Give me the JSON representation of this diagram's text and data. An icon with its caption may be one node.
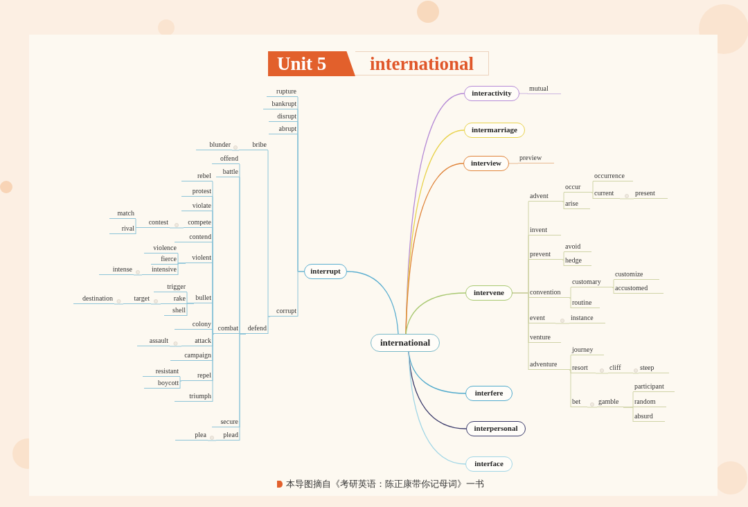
{
  "diagram": {
    "title": "Unit 5",
    "caption": "本导图摘自《考研英语：陈正康带你记母词》一书",
    "labels": [
      "international"
    ],
    "nodes": [
      {
        "text": [
          "international"
        ]
      },
      {
        "text": [
          "interrupt"
        ]
      },
      {
        "text": [
          "rupture"
        ]
      },
      {
        "text": [
          "bankrupt"
        ]
      },
      {
        "text": [
          "disrupt"
        ]
      },
      {
        "text": [
          "abrupt"
        ]
      },
      {
        "text": [
          "corrupt"
        ]
      },
      {
        "text": [
          "bribe"
        ]
      },
      {
        "text": [
          "blunder"
        ]
      },
      {
        "text": [
          "defend"
        ]
      },
      {
        "text": [
          "offend"
        ]
      },
      {
        "text": [
          "battle"
        ]
      },
      {
        "text": [
          "combat"
        ]
      },
      {
        "text": [
          "rebel"
        ]
      },
      {
        "text": [
          "protest"
        ]
      },
      {
        "text": [
          "violate"
        ]
      },
      {
        "text": [
          "compete"
        ]
      },
      {
        "text": [
          "contest"
        ]
      },
      {
        "text": [
          "match"
        ]
      },
      {
        "text": [
          "rival"
        ]
      },
      {
        "text": [
          "contend"
        ]
      },
      {
        "text": [
          "violent"
        ]
      },
      {
        "text": [
          "violence"
        ]
      },
      {
        "text": [
          "fierce"
        ]
      },
      {
        "text": [
          "intensive"
        ]
      },
      {
        "text": [
          "intense"
        ]
      },
      {
        "text": [
          "bullet"
        ]
      },
      {
        "text": [
          "trigger"
        ]
      },
      {
        "text": [
          "rake"
        ]
      },
      {
        "text": [
          "target"
        ]
      },
      {
        "text": [
          "destination"
        ]
      },
      {
        "text": [
          "shell"
        ]
      },
      {
        "text": [
          "colony"
        ]
      },
      {
        "text": [
          "attack"
        ]
      },
      {
        "text": [
          "assault"
        ]
      },
      {
        "text": [
          "campaign"
        ]
      },
      {
        "text": [
          "repel"
        ]
      },
      {
        "text": [
          "resistant"
        ]
      },
      {
        "text": [
          "boycott"
        ]
      },
      {
        "text": [
          "triumph"
        ]
      },
      {
        "text": [
          "secure"
        ]
      },
      {
        "text": [
          "plead"
        ]
      },
      {
        "text": [
          "plea"
        ]
      },
      {
        "text": [
          "interactivity"
        ]
      },
      {
        "text": [
          "mutual"
        ]
      },
      {
        "text": [
          "intermarriage"
        ]
      },
      {
        "text": [
          "interview"
        ]
      },
      {
        "text": [
          "preview"
        ]
      },
      {
        "text": [
          "intervene"
        ]
      },
      {
        "text": [
          "advent"
        ]
      },
      {
        "text": [
          "occur"
        ]
      },
      {
        "text": [
          "occurrence"
        ]
      },
      {
        "text": [
          "current"
        ]
      },
      {
        "text": [
          "present"
        ]
      },
      {
        "text": [
          "arise"
        ]
      },
      {
        "text": [
          "invent"
        ]
      },
      {
        "text": [
          "prevent"
        ]
      },
      {
        "text": [
          "avoid"
        ]
      },
      {
        "text": [
          "hedge"
        ]
      },
      {
        "text": [
          "convention"
        ]
      },
      {
        "text": [
          "customary"
        ]
      },
      {
        "text": [
          "customize"
        ]
      },
      {
        "text": [
          "accustomed"
        ]
      },
      {
        "text": [
          "routine"
        ]
      },
      {
        "text": [
          "event"
        ]
      },
      {
        "text": [
          "instance"
        ]
      },
      {
        "text": [
          "venture"
        ]
      },
      {
        "text": [
          "adventure"
        ]
      },
      {
        "text": [
          "journey"
        ]
      },
      {
        "text": [
          "resort"
        ]
      },
      {
        "text": [
          "cliff"
        ]
      },
      {
        "text": [
          "steep"
        ]
      },
      {
        "text": [
          "bet"
        ]
      },
      {
        "text": [
          "gamble"
        ]
      },
      {
        "text": [
          "participant"
        ]
      },
      {
        "text": [
          "random"
        ]
      },
      {
        "text": [
          "absurd"
        ]
      },
      {
        "text": [
          "interfere"
        ]
      },
      {
        "text": [
          "interpersonal"
        ]
      },
      {
        "text": [
          "interface"
        ]
      }
    ],
    "edges": [
      {
        "from": 0,
        "to": 1,
        "arrow": "none",
        "color": "#5aaed0"
      },
      {
        "from": 0,
        "to": 43,
        "arrow": "none",
        "color": "#b58ad6"
      },
      {
        "from": 0,
        "to": 45,
        "arrow": "none",
        "color": "#e8d24a"
      },
      {
        "from": 0,
        "to": 46,
        "arrow": "none",
        "color": "#e0843a"
      },
      {
        "from": 0,
        "to": 48,
        "arrow": "none",
        "color": "#a8c870"
      },
      {
        "from": 0,
        "to": 77,
        "arrow": "none",
        "color": "#50aacc"
      },
      {
        "from": 0,
        "to": 78,
        "arrow": "none",
        "color": "#3a3a6a"
      },
      {
        "from": 0,
        "to": 79,
        "arrow": "none",
        "color": "#a0d6e6"
      },
      {
        "from": 1,
        "to": 2,
        "arrow": "none"
      },
      {
        "from": 1,
        "to": 3,
        "arrow": "none"
      },
      {
        "from": 1,
        "to": 4,
        "arrow": "none"
      },
      {
        "from": 1,
        "to": 5,
        "arrow": "none"
      },
      {
        "from": 1,
        "to": 6,
        "arrow": "none"
      },
      {
        "from": 6,
        "to": 7,
        "arrow": "none"
      },
      {
        "from": 6,
        "to": 9,
        "arrow": "none"
      },
      {
        "from": 7,
        "to": 8,
        "arrow": "none"
      },
      {
        "from": 9,
        "to": 10,
        "arrow": "none"
      },
      {
        "from": 9,
        "to": 11,
        "arrow": "none"
      },
      {
        "from": 9,
        "to": 12,
        "arrow": "none"
      },
      {
        "from": 9,
        "to": 40,
        "arrow": "none"
      },
      {
        "from": 9,
        "to": 41,
        "arrow": "none"
      },
      {
        "from": 12,
        "to": 13,
        "arrow": "none"
      },
      {
        "from": 12,
        "to": 14,
        "arrow": "none"
      },
      {
        "from": 12,
        "to": 15,
        "arrow": "none"
      },
      {
        "from": 12,
        "to": 16,
        "arrow": "none"
      },
      {
        "from": 12,
        "to": 20,
        "arrow": "none"
      },
      {
        "from": 12,
        "to": 21,
        "arrow": "none"
      },
      {
        "from": 12,
        "to": 26,
        "arrow": "none"
      },
      {
        "from": 12,
        "to": 32,
        "arrow": "none"
      },
      {
        "from": 12,
        "to": 33,
        "arrow": "none"
      },
      {
        "from": 12,
        "to": 35,
        "arrow": "none"
      },
      {
        "from": 12,
        "to": 36,
        "arrow": "none"
      },
      {
        "from": 12,
        "to": 39,
        "arrow": "none"
      },
      {
        "from": 16,
        "to": 17,
        "arrow": "none"
      },
      {
        "from": 17,
        "to": 18,
        "arrow": "none"
      },
      {
        "from": 17,
        "to": 19,
        "arrow": "none"
      },
      {
        "from": 21,
        "to": 22,
        "arrow": "none"
      },
      {
        "from": 21,
        "to": 23,
        "arrow": "none"
      },
      {
        "from": 21,
        "to": 24,
        "arrow": "none"
      },
      {
        "from": 24,
        "to": 25,
        "arrow": "none"
      },
      {
        "from": 26,
        "to": 27,
        "arrow": "none"
      },
      {
        "from": 26,
        "to": 28,
        "arrow": "none"
      },
      {
        "from": 26,
        "to": 31,
        "arrow": "none"
      },
      {
        "from": 28,
        "to": 29,
        "arrow": "none"
      },
      {
        "from": 29,
        "to": 30,
        "arrow": "none"
      },
      {
        "from": 33,
        "to": 34,
        "arrow": "none"
      },
      {
        "from": 36,
        "to": 37,
        "arrow": "none"
      },
      {
        "from": 36,
        "to": 38,
        "arrow": "none"
      },
      {
        "from": 41,
        "to": 42,
        "arrow": "none"
      },
      {
        "from": 43,
        "to": 44,
        "arrow": "none",
        "color": "#cdb6e0"
      },
      {
        "from": 46,
        "to": 47,
        "arrow": "none",
        "color": "#e8b890"
      },
      {
        "from": 48,
        "to": 49,
        "arrow": "none",
        "color": "#cfd3a6"
      },
      {
        "from": 48,
        "to": 55,
        "arrow": "none",
        "color": "#cfd3a6"
      },
      {
        "from": 48,
        "to": 56,
        "arrow": "none",
        "color": "#cfd3a6"
      },
      {
        "from": 48,
        "to": 59,
        "arrow": "none",
        "color": "#cfd3a6"
      },
      {
        "from": 48,
        "to": 64,
        "arrow": "none",
        "color": "#cfd3a6"
      },
      {
        "from": 48,
        "to": 66,
        "arrow": "none",
        "color": "#cfd3a6"
      },
      {
        "from": 48,
        "to": 67,
        "arrow": "none",
        "color": "#cfd3a6"
      },
      {
        "from": 49,
        "to": 50,
        "arrow": "none",
        "color": "#cfd3a6"
      },
      {
        "from": 49,
        "to": 54,
        "arrow": "none",
        "color": "#cfd3a6"
      },
      {
        "from": 50,
        "to": 51,
        "arrow": "none",
        "color": "#cfd3a6"
      },
      {
        "from": 50,
        "to": 52,
        "arrow": "none",
        "color": "#cfd3a6"
      },
      {
        "from": 52,
        "to": 53,
        "arrow": "none",
        "color": "#cfd3a6"
      },
      {
        "from": 56,
        "to": 57,
        "arrow": "none",
        "color": "#cfd3a6"
      },
      {
        "from": 56,
        "to": 58,
        "arrow": "none",
        "color": "#cfd3a6"
      },
      {
        "from": 59,
        "to": 60,
        "arrow": "none",
        "color": "#cfd3a6"
      },
      {
        "from": 59,
        "to": 63,
        "arrow": "none",
        "color": "#cfd3a6"
      },
      {
        "from": 60,
        "to": 61,
        "arrow": "none",
        "color": "#cfd3a6"
      },
      {
        "from": 60,
        "to": 62,
        "arrow": "none",
        "color": "#cfd3a6"
      },
      {
        "from": 64,
        "to": 65,
        "arrow": "none",
        "color": "#cfd3a6"
      },
      {
        "from": 67,
        "to": 68,
        "arrow": "none",
        "color": "#cfd3a6"
      },
      {
        "from": 67,
        "to": 69,
        "arrow": "none",
        "color": "#cfd3a6"
      },
      {
        "from": 67,
        "to": 72,
        "arrow": "none",
        "color": "#cfd3a6"
      },
      {
        "from": 69,
        "to": 70,
        "arrow": "none",
        "color": "#cfd3a6"
      },
      {
        "from": 70,
        "to": 71,
        "arrow": "none",
        "color": "#cfd3a6"
      },
      {
        "from": 72,
        "to": 73,
        "arrow": "none",
        "color": "#cfd3a6"
      },
      {
        "from": 73,
        "to": 74,
        "arrow": "none",
        "color": "#cfd3a6"
      },
      {
        "from": 73,
        "to": 75,
        "arrow": "none",
        "color": "#cfd3a6"
      },
      {
        "from": 73,
        "to": 76,
        "arrow": "none",
        "color": "#cfd3a6"
      }
    ]
  }
}
